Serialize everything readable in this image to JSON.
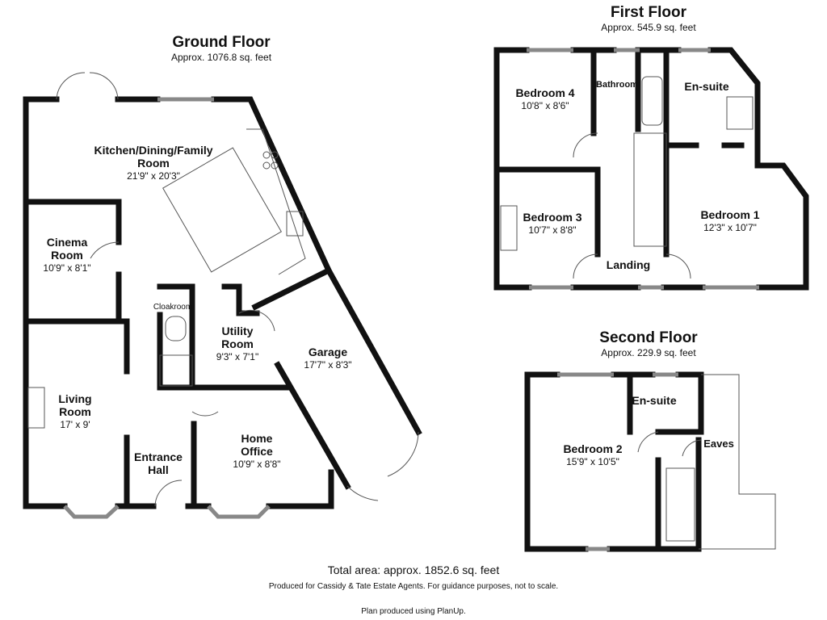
{
  "floors": {
    "ground": {
      "title": "Ground Floor",
      "area": "Approx. 1076.8 sq. feet"
    },
    "first": {
      "title": "First Floor",
      "area": "Approx. 545.9 sq. feet"
    },
    "second": {
      "title": "Second Floor",
      "area": "Approx. 229.9 sq. feet"
    }
  },
  "rooms": {
    "kitchen": {
      "name": "Kitchen/Dining/Family Room",
      "name_line1": "Kitchen/Dining/Family",
      "name_line2": "Room",
      "dims": "21'9\" x 20'3\""
    },
    "cinema": {
      "name_line1": "Cinema",
      "name_line2": "Room",
      "dims": "10'9\" x 8'1\""
    },
    "cloakroom": {
      "name": "Cloakroom"
    },
    "utility": {
      "name_line1": "Utility",
      "name_line2": "Room",
      "dims": "9'3\" x 7'1\""
    },
    "garage": {
      "name": "Garage",
      "dims": "17'7\" x 8'3\""
    },
    "living": {
      "name_line1": "Living",
      "name_line2": "Room",
      "dims": "17' x 9'"
    },
    "entrance": {
      "name_line1": "Entrance",
      "name_line2": "Hall"
    },
    "office": {
      "name_line1": "Home",
      "name_line2": "Office",
      "dims": "10'9\" x 8'8\""
    },
    "bedroom4": {
      "name": "Bedroom 4",
      "dims": "10'8\" x 8'6\""
    },
    "bathroom": {
      "name": "Bathroom"
    },
    "ensuite1": {
      "name": "En-suite"
    },
    "bedroom3": {
      "name": "Bedroom 3",
      "dims": "10'7\" x 8'8\""
    },
    "bedroom1": {
      "name": "Bedroom 1",
      "dims": "12'3\" x 10'7\""
    },
    "landing": {
      "name": "Landing"
    },
    "bedroom2": {
      "name": "Bedroom 2",
      "dims": "15'9\" x 10'5\""
    },
    "ensuite2": {
      "name": "En-suite"
    },
    "eaves": {
      "name": "Eaves"
    }
  },
  "footer": {
    "total": "Total area: approx. 1852.6 sq. feet",
    "credit": "Produced for Cassidy & Tate Estate Agents. For guidance purposes, not to scale.",
    "software": "Plan produced using PlanUp."
  },
  "colors": {
    "wall": "#111111",
    "fixture": "#555555",
    "window": "#888888"
  }
}
